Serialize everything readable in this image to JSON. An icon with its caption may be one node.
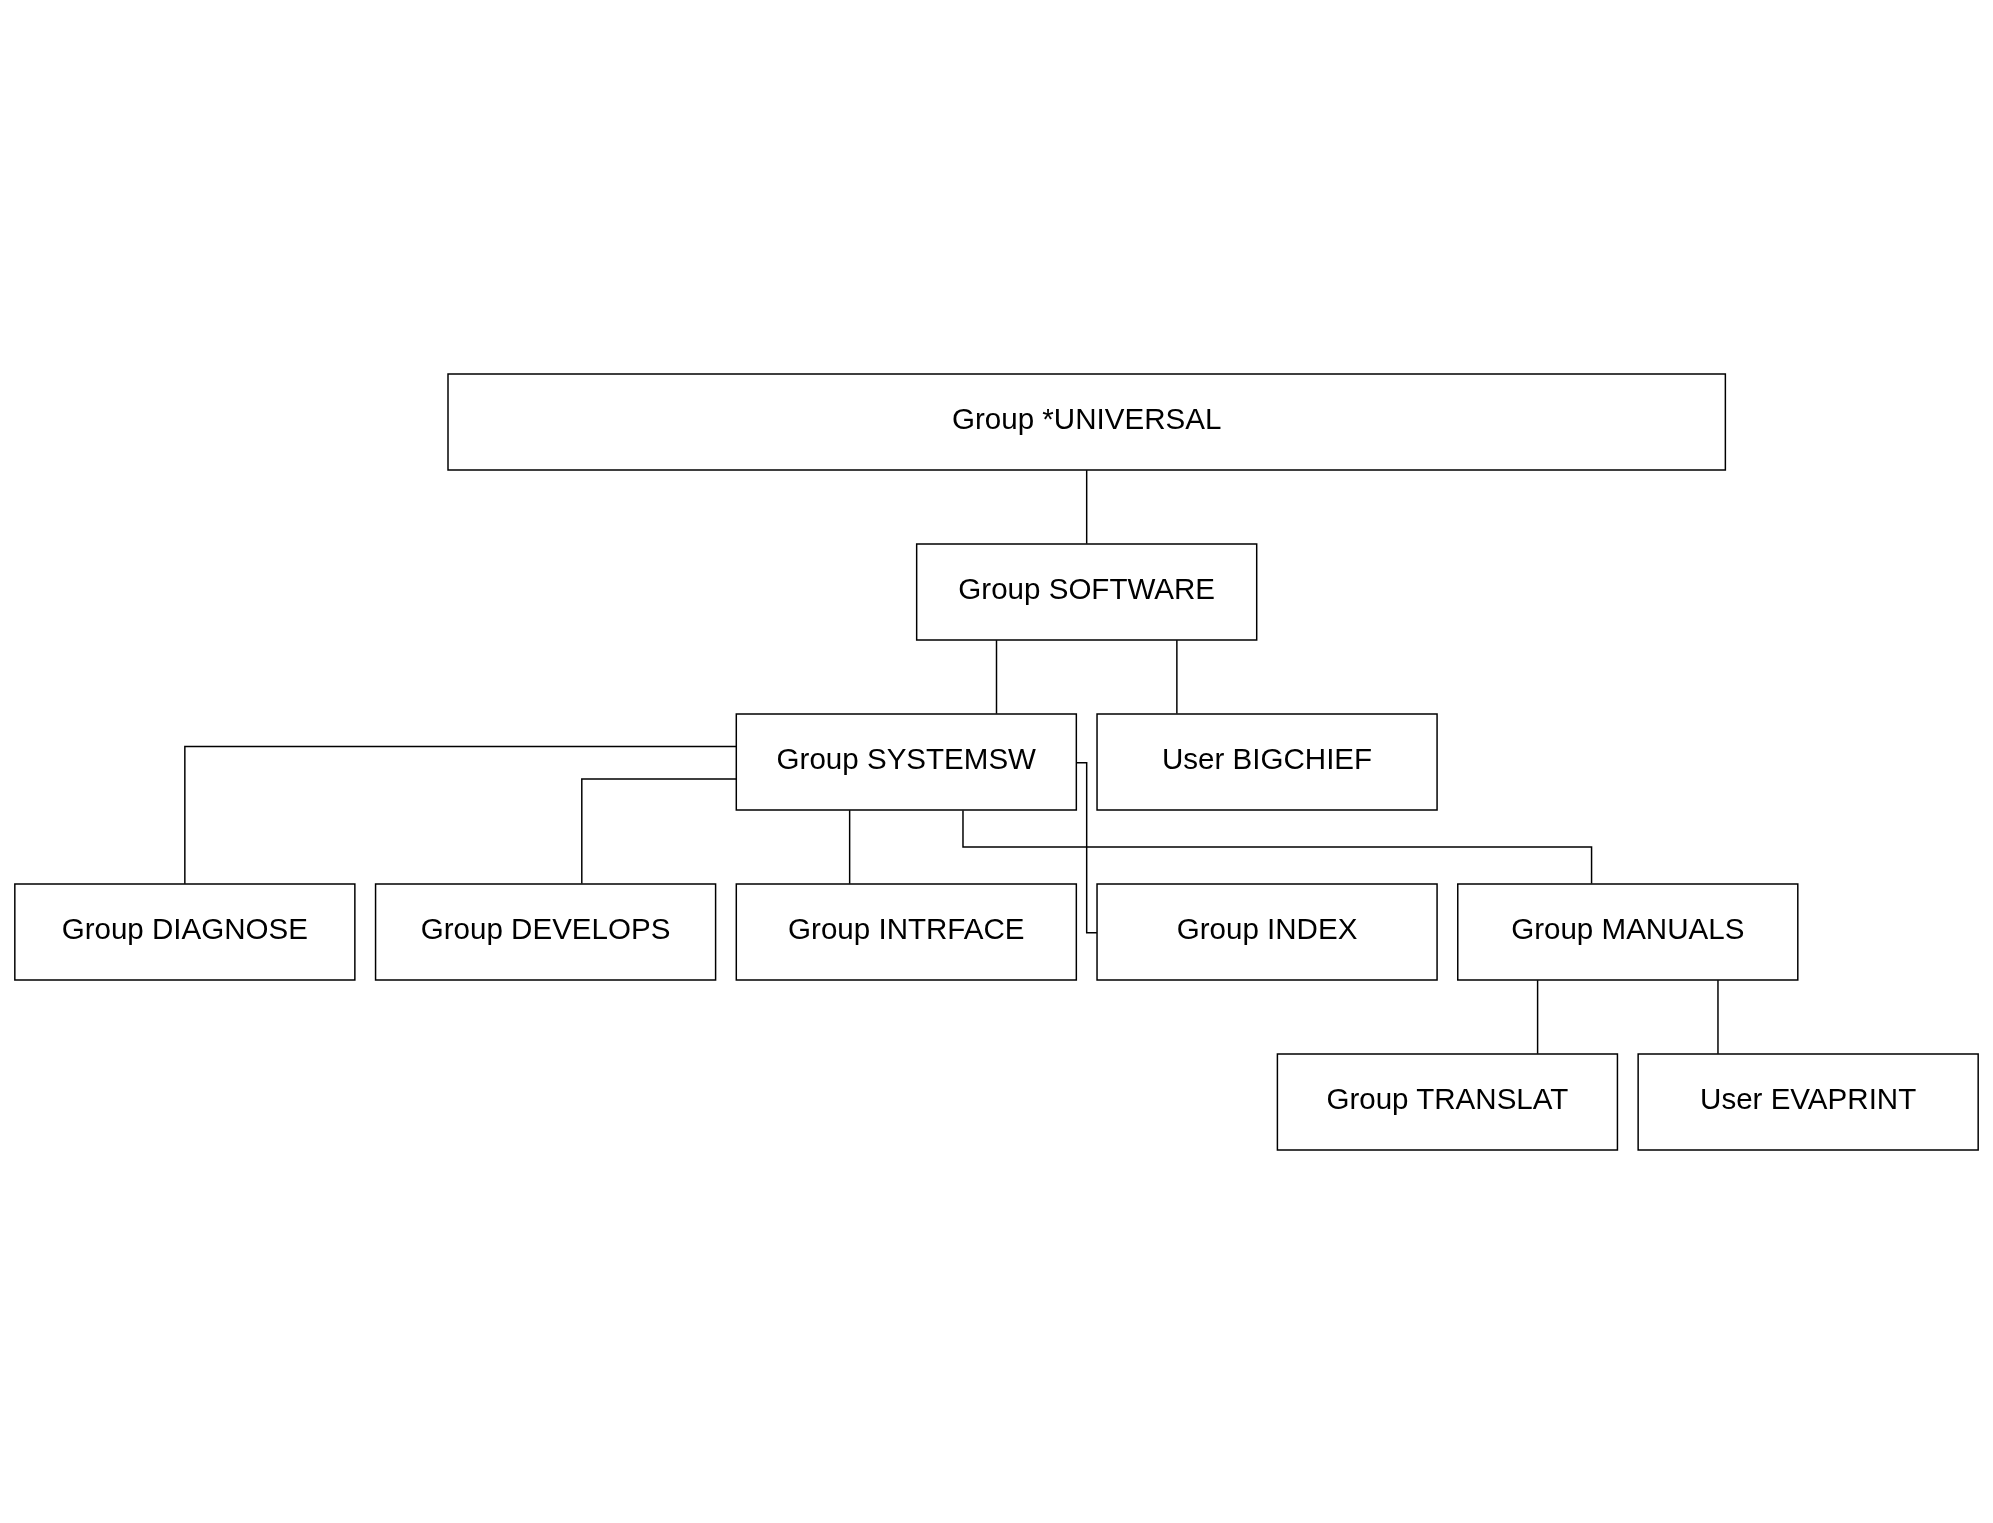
{
  "diagram": {
    "nodes": [
      {
        "text": [
          "Group *UNIVERSAL"
        ]
      },
      {
        "text": [
          "Group SOFTWARE"
        ]
      },
      {
        "text": [
          "Group SYSTEMSW"
        ]
      },
      {
        "text": [
          "User BIGCHIEF"
        ]
      },
      {
        "text": [
          "Group DIAGNOSE"
        ]
      },
      {
        "text": [
          "Group DEVELOPS"
        ]
      },
      {
        "text": [
          "Group INTRFACE"
        ]
      },
      {
        "text": [
          "Group INDEX"
        ]
      },
      {
        "text": [
          "Group MANUALS"
        ]
      },
      {
        "text": [
          "Group TRANSLAT"
        ]
      },
      {
        "text": [
          "User EVAPRINT"
        ]
      }
    ],
    "edges": [
      {
        "from": 0,
        "to": 1,
        "arrow": "none"
      },
      {
        "from": 1,
        "to": 2,
        "arrow": "none"
      },
      {
        "from": 1,
        "to": 3,
        "arrow": "none"
      },
      {
        "from": 2,
        "to": 4,
        "arrow": "none"
      },
      {
        "from": 2,
        "to": 5,
        "arrow": "none"
      },
      {
        "from": 2,
        "to": 6,
        "arrow": "none"
      },
      {
        "from": 2,
        "to": 7,
        "arrow": "none"
      },
      {
        "from": 2,
        "to": 8,
        "arrow": "none"
      },
      {
        "from": 8,
        "to": 9,
        "arrow": "none"
      },
      {
        "from": 8,
        "to": 10,
        "arrow": "none"
      }
    ]
  }
}
